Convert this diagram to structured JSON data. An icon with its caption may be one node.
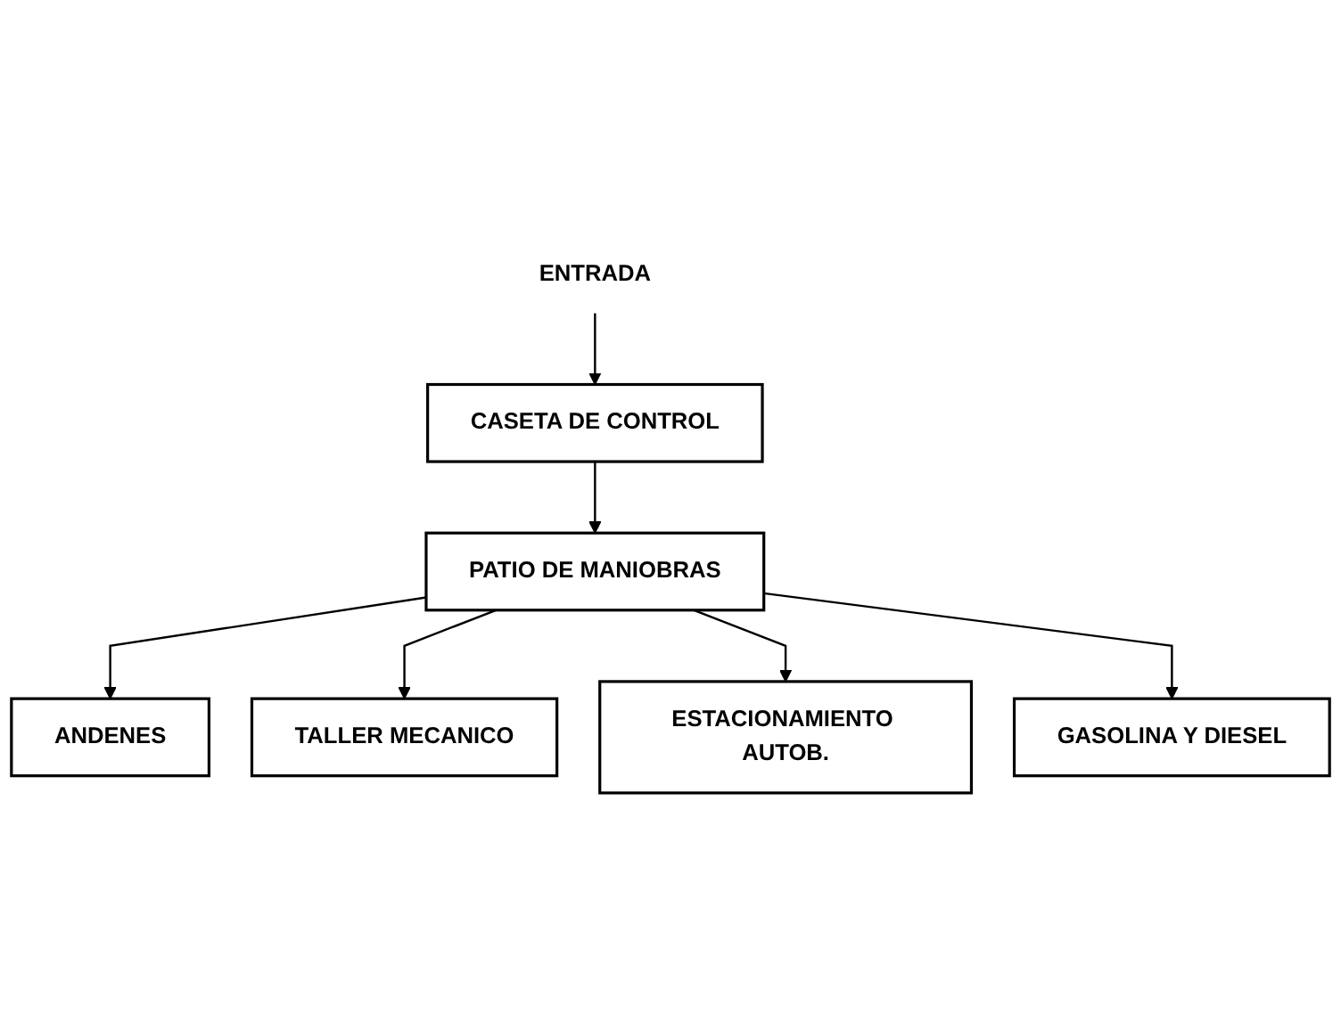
{
  "diagram": {
    "nodes": [
      {
        "text": [
          "ENTRADA"
        ]
      },
      {
        "text": [
          "CASETA DE CONTROL"
        ]
      },
      {
        "text": [
          "PATIO DE MANIOBRAS"
        ]
      },
      {
        "text": [
          "ANDENES"
        ]
      },
      {
        "text": [
          "TALLER MECANICO"
        ]
      },
      {
        "text": [
          "ESTACIONAMIENTO AUTOB."
        ]
      },
      {
        "text": [
          "GASOLINA Y DIESEL"
        ]
      }
    ],
    "edges": [
      {
        "from": 0,
        "to": 1,
        "arrow": "to"
      },
      {
        "from": 1,
        "to": 2,
        "arrow": "to"
      },
      {
        "from": 2,
        "to": 3,
        "arrow": "to"
      },
      {
        "from": 2,
        "to": 4,
        "arrow": "to"
      },
      {
        "from": 2,
        "to": 5,
        "arrow": "to"
      },
      {
        "from": 2,
        "to": 6,
        "arrow": "to"
      }
    ]
  }
}
